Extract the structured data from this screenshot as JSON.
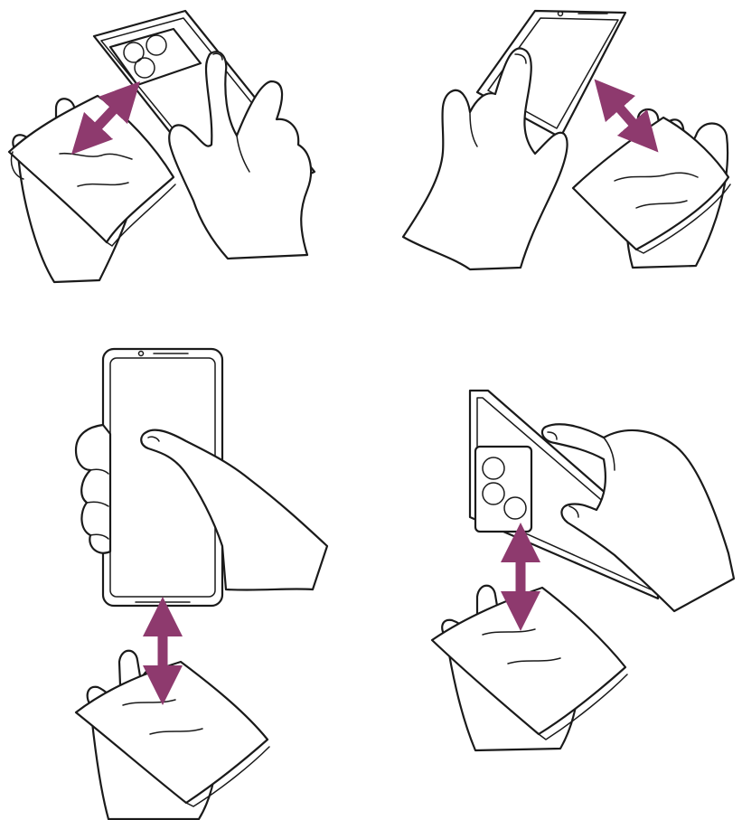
{
  "colors": {
    "background": "#ffffff",
    "line": "#1a1a1a",
    "arrow": "#8e3a6e"
  },
  "panels": [
    {
      "id": "top-left",
      "icon": "tilted-phone-back-with-cloth-icon"
    },
    {
      "id": "top-right",
      "icon": "tilted-phone-front-with-cloth-icon"
    },
    {
      "id": "bottom-left",
      "icon": "upright-phone-front-with-cloth-icon"
    },
    {
      "id": "bottom-right",
      "icon": "phone-back-with-cloth-icon"
    }
  ]
}
